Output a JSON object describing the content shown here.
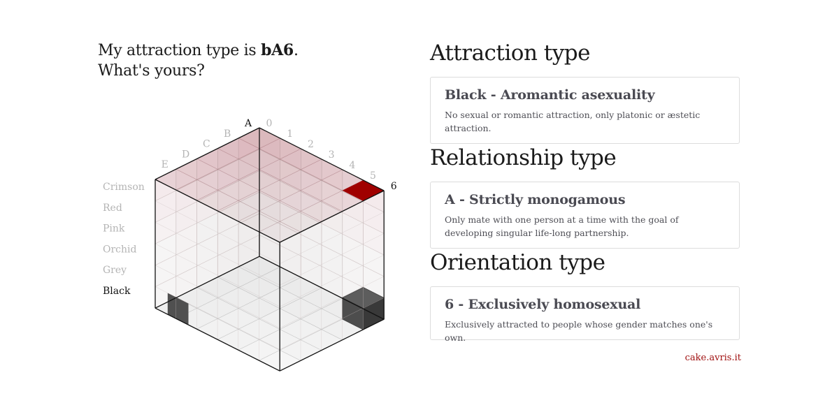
{
  "headline": {
    "prefix": "My attraction type is ",
    "code": "bA6",
    "suffix": ".",
    "line2": "What's yours?"
  },
  "cube": {
    "color_labels": [
      "Crimson",
      "Red",
      "Pink",
      "Orchid",
      "Grey",
      "Black"
    ],
    "selected_color": "Black",
    "relationship_labels": [
      "A",
      "B",
      "C",
      "D",
      "E"
    ],
    "selected_relationship": "A",
    "orientation_labels": [
      "0",
      "1",
      "2",
      "3",
      "4",
      "5",
      "6"
    ],
    "selected_orientation": "6",
    "colors": {
      "selected_marker": "#a00000",
      "black_marker": "#2a2a2a",
      "edge": "#111111",
      "grid": "#c8bcbc"
    }
  },
  "sections": [
    {
      "title": "Attraction type",
      "heading": "Black - Aromantic asexuality",
      "description": "No sexual or romantic attraction, only platonic or æstetic attraction."
    },
    {
      "title": "Relationship type",
      "heading": "A - Strictly monogamous",
      "description": "Only mate with one person at a time with the goal of developing singular life-long partnership."
    },
    {
      "title": "Orientation type",
      "heading": "6 - Exclusively homosexual",
      "description": "Exclusively attracted to people whose gender matches one's own."
    }
  ],
  "footer": {
    "link": "cake.avris.it"
  }
}
